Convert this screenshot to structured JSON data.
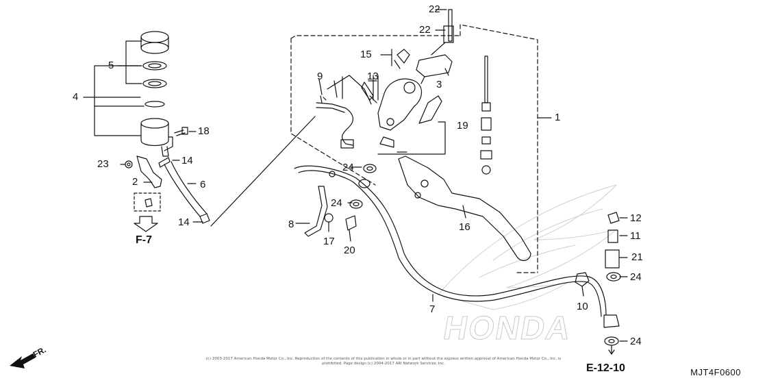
{
  "colors": {
    "line": "#111111",
    "watermark": "#dcdcdc",
    "background": "#ffffff"
  },
  "watermark": {
    "text": "HONDA"
  },
  "labels": {
    "n1": "1",
    "n2": "2",
    "n3": "3",
    "n4": "4",
    "n5": "5",
    "n6": "6",
    "n7": "7",
    "n8": "8",
    "n9": "9",
    "n10": "10",
    "n11": "11",
    "n12": "12",
    "n13": "13",
    "n14a": "14",
    "n14b": "14",
    "n15": "15",
    "n16": "16",
    "n17": "17",
    "n18": "18",
    "n19": "19",
    "n20": "20",
    "n21": "21",
    "n22a": "22",
    "n22b": "22",
    "n23": "23",
    "n24a": "24",
    "n24b": "24",
    "n24c": "24",
    "n24d": "24"
  },
  "refs": {
    "f7": "F-7",
    "e1210": "E-12-10",
    "fr": "FR."
  },
  "footer": {
    "copyright": "(c) 2003-2017 American Honda Motor Co., Inc. Reproduction of the contents of this publication in whole or in part without the express written approval of American Honda Motor Co., Inc. is prohibited. Page design (c) 2004-2017 ARI Network Services, Inc.",
    "diagram_code": "MJT4F0600"
  }
}
